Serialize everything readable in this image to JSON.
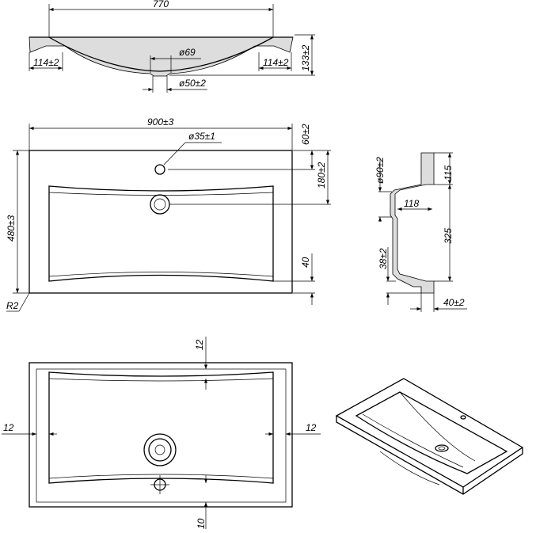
{
  "section_view": {
    "width": "770",
    "rim_left": "114±2",
    "rim_right": "114±2",
    "height": "133±2",
    "drain_outer": "ø69",
    "drain_inner": "ø50±2"
  },
  "plan_view": {
    "width": "900±3",
    "tap_hole": "ø35±1",
    "tap_offset": "60±2",
    "drain_offset": "180±2",
    "depth": "480±3",
    "front_rim": "40",
    "corner_radius": "R2"
  },
  "side_view": {
    "drain_diameter": "ø90±2",
    "top_height": "115",
    "drain_depth": "118",
    "bowl_height": "325",
    "bottom_offset": "38±2",
    "rim_thickness": "40±2"
  },
  "bottom_view": {
    "top_margin": "12",
    "left_margin": "12",
    "right_margin": "12",
    "bottom_margin": "10"
  }
}
